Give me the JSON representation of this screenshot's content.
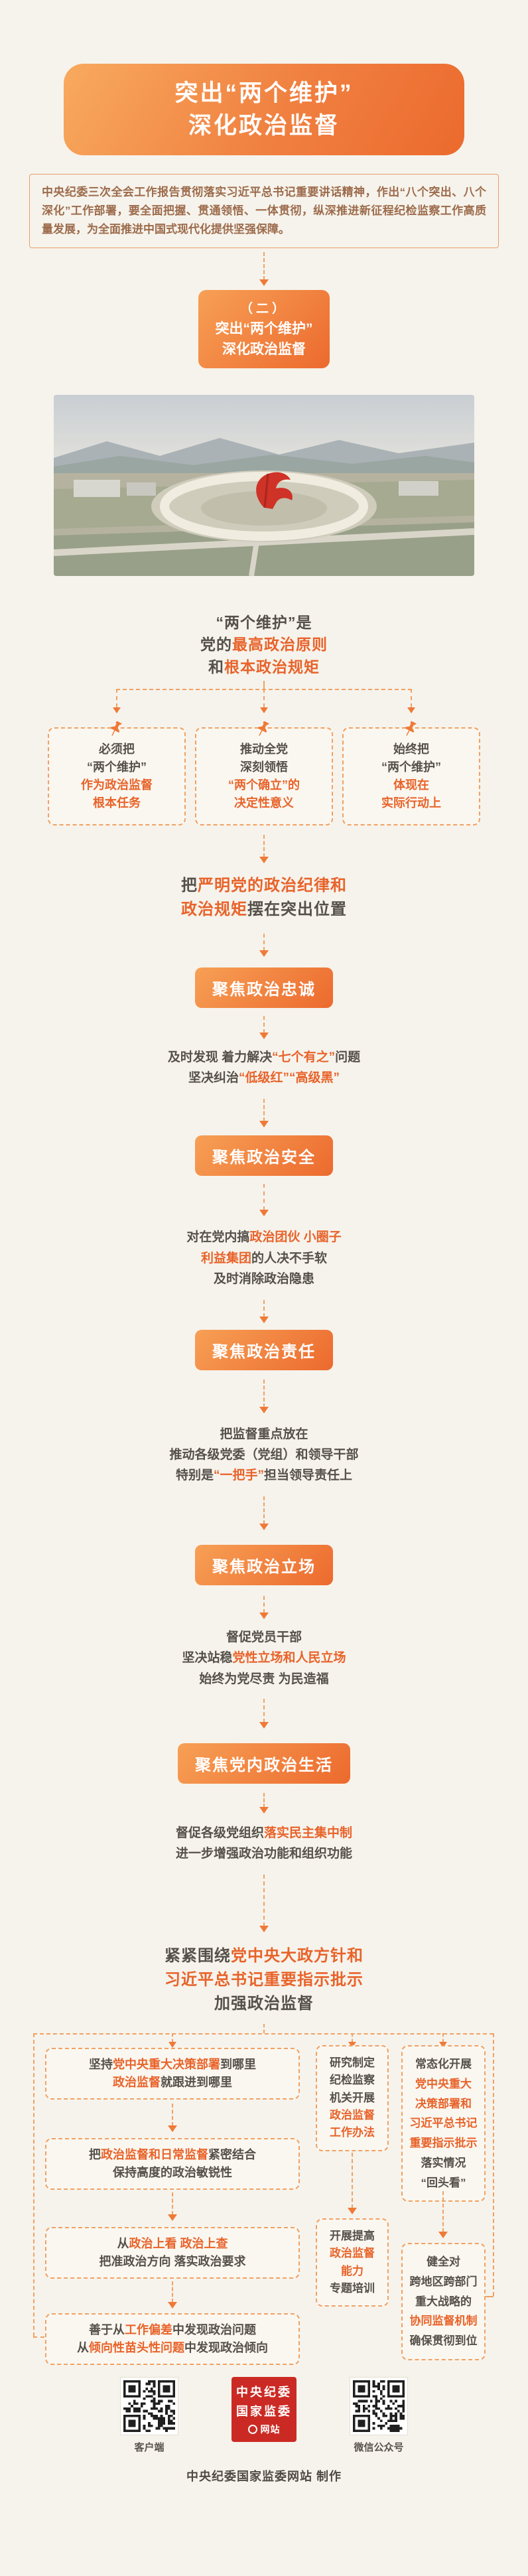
{
  "colors": {
    "orange": "#e8632a",
    "dark": "#55504a",
    "accent_from": "#f8aa5e",
    "accent_to": "#ec6a2e",
    "background": "#f6f3ec",
    "dash": "#f0a164",
    "logo_red": "#cb2a24"
  },
  "title": {
    "line1": "突出“两个维护”",
    "line2": "深化政治监督"
  },
  "intro": "中央纪委三次全会工作报告贯彻落实习近平总书记重要讲话精神，作出“八个突出、八个深化”工作部署，要全面把握、贯通领悟、一体贯彻，纵深推进新征程纪检监察工作高质量发展，为全面推进中国式现代化提供坚强保障。",
  "section_badge": {
    "num": "（二）",
    "line1": "突出“两个维护”",
    "line2": "深化政治监督"
  },
  "photo": {
    "alt": "党旗雕塑广场航拍图"
  },
  "heading": [
    [
      {
        "t": "“两个维护”是",
        "c": "d"
      }
    ],
    [
      {
        "t": "党的",
        "c": "d"
      },
      {
        "t": "最高政治原则",
        "c": "o"
      }
    ],
    [
      {
        "t": "和",
        "c": "d"
      },
      {
        "t": "根本政治规矩",
        "c": "o"
      }
    ]
  ],
  "pillars": [
    {
      "lines": [
        [
          {
            "t": "必须把",
            "c": "d"
          }
        ],
        [
          {
            "t": "“两个维护”",
            "c": "d"
          }
        ],
        [
          {
            "t": "作为政治监督",
            "c": "o"
          }
        ],
        [
          {
            "t": "根本任务",
            "c": "o"
          }
        ]
      ]
    },
    {
      "lines": [
        [
          {
            "t": "推动全党",
            "c": "d"
          }
        ],
        [
          {
            "t": "深刻领悟",
            "c": "d"
          }
        ],
        [
          {
            "t": "“两个确立”的",
            "c": "o"
          }
        ],
        [
          {
            "t": "决定性意义",
            "c": "o"
          }
        ]
      ]
    },
    {
      "lines": [
        [
          {
            "t": "始终把",
            "c": "d"
          }
        ],
        [
          {
            "t": "“两个维护”",
            "c": "d"
          }
        ],
        [
          {
            "t": "体现在",
            "c": "o"
          }
        ],
        [
          {
            "t": "实际行动上",
            "c": "o"
          }
        ]
      ]
    }
  ],
  "statement1": [
    [
      {
        "t": "把",
        "c": "d"
      },
      {
        "t": "严明党的政治纪律和",
        "c": "o"
      }
    ],
    [
      {
        "t": "政治规矩",
        "c": "o"
      },
      {
        "t": "摆在突出位置",
        "c": "d"
      }
    ]
  ],
  "focus": [
    {
      "badge": "聚焦政治忠诚",
      "lines": [
        [
          {
            "t": "及时发现 着力解决",
            "c": "d"
          },
          {
            "t": "“七个有之”",
            "c": "o"
          },
          {
            "t": "问题",
            "c": "d"
          }
        ],
        [
          {
            "t": "坚决纠治",
            "c": "d"
          },
          {
            "t": "“低级红”“高级黑”",
            "c": "o"
          }
        ]
      ]
    },
    {
      "badge": "聚焦政治安全",
      "lines": [
        [
          {
            "t": "对在党内搞",
            "c": "d"
          },
          {
            "t": "政治团伙 小圈子",
            "c": "o"
          }
        ],
        [
          {
            "t": "利益集团",
            "c": "o"
          },
          {
            "t": "的人决不手软",
            "c": "d"
          }
        ],
        [
          {
            "t": "及时消除政治隐患",
            "c": "d"
          }
        ]
      ]
    },
    {
      "badge": "聚焦政治责任",
      "lines": [
        [
          {
            "t": "把监督重点放在",
            "c": "d"
          }
        ],
        [
          {
            "t": "推动各级党委（党组）和领导干部",
            "c": "d"
          }
        ],
        [
          {
            "t": "特别是",
            "c": "d"
          },
          {
            "t": "“一把手”",
            "c": "o"
          },
          {
            "t": "担当领导责任上",
            "c": "d"
          }
        ]
      ]
    },
    {
      "badge": "聚焦政治立场",
      "lines": [
        [
          {
            "t": "督促党员干部",
            "c": "d"
          }
        ],
        [
          {
            "t": "坚决站稳",
            "c": "d"
          },
          {
            "t": "党性立场和人民立场",
            "c": "o"
          }
        ],
        [
          {
            "t": "始终为党尽责 为民造福",
            "c": "d"
          }
        ]
      ]
    },
    {
      "badge": "聚焦党内政治生活",
      "lines": [
        [
          {
            "t": "督促各级党组织",
            "c": "d"
          },
          {
            "t": "落实民主集中制",
            "c": "o"
          }
        ],
        [
          {
            "t": "进一步增强政治功能和组织功能",
            "c": "d"
          }
        ]
      ]
    }
  ],
  "statement2": [
    [
      {
        "t": "紧紧围绕",
        "c": "d"
      },
      {
        "t": "党中央大政方针和",
        "c": "o"
      }
    ],
    [
      {
        "t": "习近平总书记重要指示批示",
        "c": "o"
      }
    ],
    [
      {
        "t": "加强政治监督",
        "c": "d"
      }
    ]
  ],
  "left_boxes": [
    {
      "lines": [
        [
          {
            "t": "坚持",
            "c": "d"
          },
          {
            "t": "党中央重大决策部署",
            "c": "o"
          },
          {
            "t": "到哪里",
            "c": "d"
          }
        ],
        [
          {
            "t": "政治监督",
            "c": "o"
          },
          {
            "t": "就跟进到哪里",
            "c": "d"
          }
        ]
      ]
    },
    {
      "lines": [
        [
          {
            "t": "把",
            "c": "d"
          },
          {
            "t": "政治监督和日常监督",
            "c": "o"
          },
          {
            "t": "紧密结合",
            "c": "d"
          }
        ],
        [
          {
            "t": "保持高度的政治敏锐性",
            "c": "d"
          }
        ]
      ]
    },
    {
      "lines": [
        [
          {
            "t": "从",
            "c": "d"
          },
          {
            "t": "政治上看 政治上查",
            "c": "o"
          }
        ],
        [
          {
            "t": "把准政治方向 落实政治要求",
            "c": "d"
          }
        ]
      ]
    },
    {
      "lines": [
        [
          {
            "t": "善于从",
            "c": "d"
          },
          {
            "t": "工作偏差",
            "c": "o"
          },
          {
            "t": "中发现政治问题",
            "c": "d"
          }
        ],
        [
          {
            "t": "从",
            "c": "d"
          },
          {
            "t": "倾向性苗头性问题",
            "c": "o"
          },
          {
            "t": "中发现政治倾向",
            "c": "d"
          }
        ]
      ]
    }
  ],
  "right_boxes": [
    {
      "lines": [
        [
          {
            "t": "研究制定",
            "c": "d"
          }
        ],
        [
          {
            "t": "纪检监察",
            "c": "d"
          }
        ],
        [
          {
            "t": "机关开展",
            "c": "d"
          }
        ],
        [
          {
            "t": "政治监督",
            "c": "o"
          }
        ],
        [
          {
            "t": "工作办法",
            "c": "o"
          }
        ]
      ]
    },
    {
      "lines": [
        [
          {
            "t": "开展提高",
            "c": "d"
          }
        ],
        [
          {
            "t": "政治监督",
            "c": "o"
          }
        ],
        [
          {
            "t": "能力",
            "c": "o"
          }
        ],
        [
          {
            "t": "专题培训",
            "c": "d"
          }
        ]
      ]
    },
    {
      "lines": [
        [
          {
            "t": "常态化开展",
            "c": "d"
          }
        ],
        [
          {
            "t": "党中央重大",
            "c": "o"
          }
        ],
        [
          {
            "t": "决策部署和",
            "c": "o"
          }
        ],
        [
          {
            "t": "习近平总书记",
            "c": "o"
          }
        ],
        [
          {
            "t": "重要指示批示",
            "c": "o"
          }
        ],
        [
          {
            "t": "落实情况",
            "c": "d"
          }
        ],
        [
          {
            "t": "“回头看”",
            "c": "d"
          }
        ]
      ]
    },
    {
      "lines": [
        [
          {
            "t": "健全对",
            "c": "d"
          }
        ],
        [
          {
            "t": "跨地区跨部门",
            "c": "d"
          }
        ],
        [
          {
            "t": "重大战略的",
            "c": "d"
          }
        ],
        [
          {
            "t": "协同监督机制",
            "c": "o"
          }
        ],
        [
          {
            "t": "确保贯彻到位",
            "c": "d"
          }
        ]
      ]
    }
  ],
  "footer": {
    "qr_left_label": "客户端",
    "qr_right_label": "微信公众号",
    "logo_line1": "中央纪委",
    "logo_line2": "国家监委",
    "logo_line3": "网站",
    "caption": "中央纪委国家监委网站 制作"
  }
}
